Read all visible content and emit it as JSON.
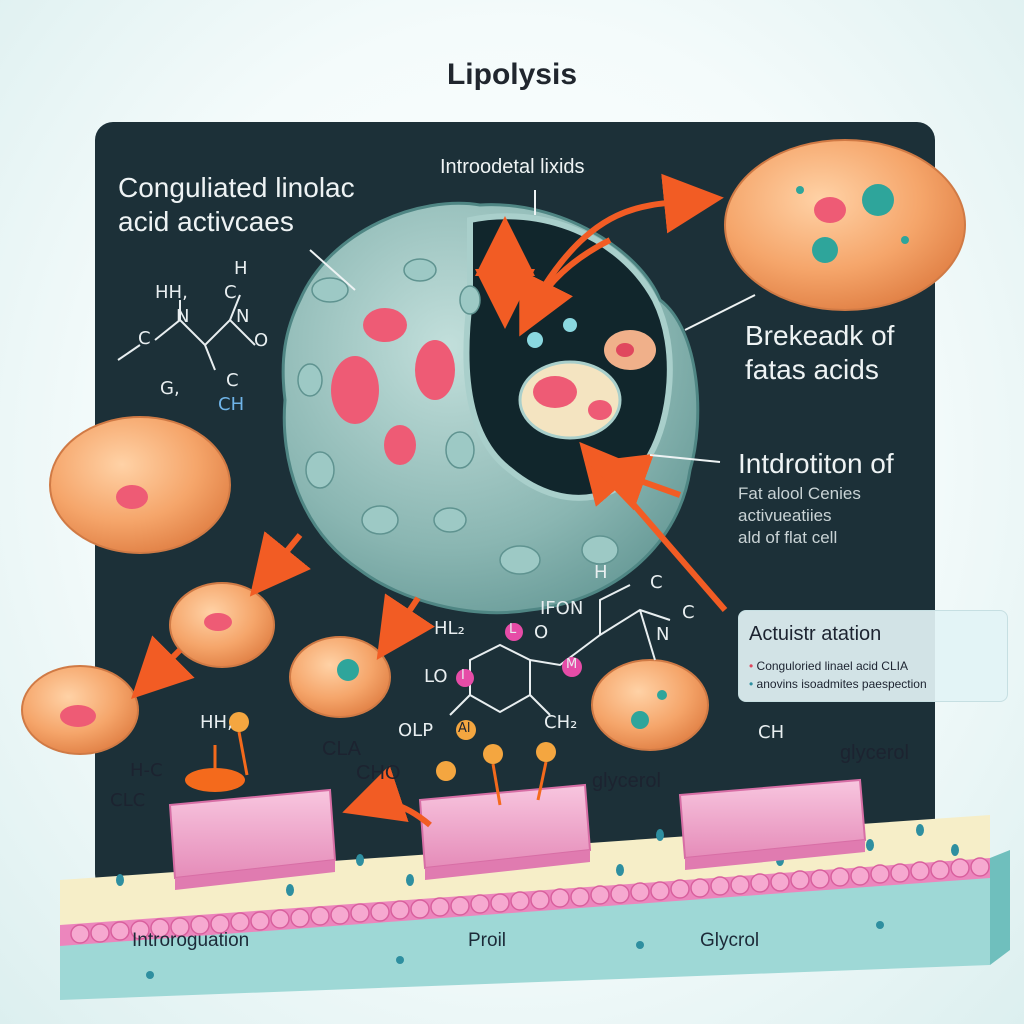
{
  "title": "Lipolysis",
  "labels": {
    "top_left_line1": "Conguliated linolac",
    "top_left_line2": "acid activcaes",
    "top_center": "Introodetal lixids",
    "right_upper_line1": "Brekeadk of",
    "right_upper_line2": "fatas acids",
    "right_mid_heading": "Intdrotiton of",
    "right_mid_line1": "Fat alool Cenies",
    "right_mid_line2": "activueatiies",
    "right_mid_line3": "ald of flat cell",
    "glycerol_mid": "glycerol",
    "glycerol_right": "glycerol",
    "cla": "CLA",
    "cho": "CHO"
  },
  "legend": {
    "heading": "Actuistr atation",
    "items": [
      "Conguloried linael acid CLIA",
      "anovins isoadmites paespection"
    ]
  },
  "chem": {
    "left_hh": "HH,",
    "left_h": "H",
    "left_c": "C",
    "left_c2": "C",
    "left_n1": "N",
    "left_n2": "N",
    "left_o": "O",
    "left_g": "G,",
    "left_ch": "CH",
    "left_c3": "C",
    "center_h": "H",
    "center_c": "C",
    "center_fon": "IFON",
    "center_hlo": "HL₂",
    "center_lo": "LO",
    "center_o": "O",
    "center_c2": "C",
    "center_n": "N",
    "center_clp": "OLP",
    "center_ch2": "CH₂",
    "base_hh": "HH,",
    "base_hc": "H-C",
    "base_clc": "CLC",
    "ch_right": "CH",
    "tag_l": "L",
    "tag_m": "M",
    "tag_i": "I",
    "tag_al": "Al"
  },
  "ground": {
    "left": "Introroguation",
    "center": "Proil",
    "right": "Glycrol"
  },
  "colors": {
    "panel": "#1c3038",
    "cell": "#8fb9b6",
    "fat_cell": "#f3a56b",
    "nucleus": "#e8536b",
    "arrow": "#f25c24",
    "tissue": "#f1a9cc",
    "teal_dot": "#2ea59b"
  }
}
